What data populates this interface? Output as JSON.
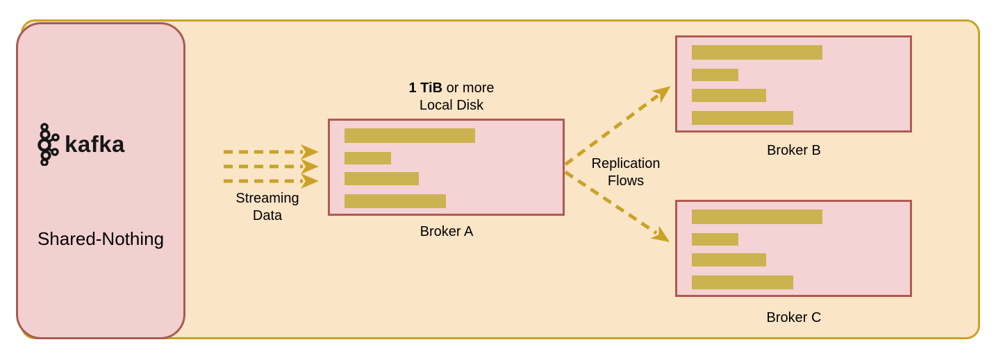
{
  "colors": {
    "canvas_bg": "#ffffff",
    "container_fill": "#FAE5C7",
    "container_border": "#C9A227",
    "panel_fill": "#F2D0D0",
    "panel_border": "#A85A50",
    "broker_fill": "#F5D2D4",
    "broker_border": "#B05A52",
    "bar_fill": "#CBB351",
    "arrow": "#C9A227",
    "text": "#000000"
  },
  "panel": {
    "logo_text": "kafka",
    "title": "Shared-Nothing"
  },
  "disk_note": {
    "bold": "1 TiB",
    "rest": " or more",
    "line2": "Local Disk"
  },
  "streaming_label": {
    "line1": "Streaming",
    "line2": "Data"
  },
  "replication_label": {
    "line1": "Replication",
    "line2": "Flows"
  },
  "brokers": [
    {
      "label": "Broker A",
      "bars": [
        {
          "w": 188,
          "h": 21,
          "mt": 11
        },
        {
          "w": 67,
          "h": 18,
          "mt": 13
        },
        {
          "w": 107,
          "h": 19,
          "mt": 11
        },
        {
          "w": 146,
          "h": 20,
          "mt": 13
        }
      ]
    },
    {
      "label": "Broker B",
      "bars": [
        {
          "w": 188,
          "h": 21,
          "mt": 11
        },
        {
          "w": 67,
          "h": 18,
          "mt": 13
        },
        {
          "w": 107,
          "h": 19,
          "mt": 11
        },
        {
          "w": 146,
          "h": 20,
          "mt": 13
        }
      ]
    },
    {
      "label": "Broker C",
      "bars": [
        {
          "w": 188,
          "h": 21,
          "mt": 11
        },
        {
          "w": 67,
          "h": 18,
          "mt": 13
        },
        {
          "w": 107,
          "h": 19,
          "mt": 11
        },
        {
          "w": 146,
          "h": 20,
          "mt": 13
        }
      ]
    }
  ]
}
